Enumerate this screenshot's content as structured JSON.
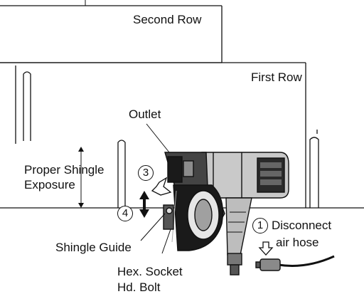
{
  "labels": {
    "second_row": "Second Row",
    "first_row": "First Row",
    "outlet": "Outlet",
    "exposure_line1": "Proper Shingle",
    "exposure_line2": "Exposure",
    "shingle_guide": "Shingle Guide",
    "bolt_line1": "Hex. Socket",
    "bolt_line2": "Hd. Bolt",
    "disconnect_line1": "Disconnect",
    "disconnect_line2": "air hose"
  },
  "steps": {
    "step1": "1",
    "step3": "3",
    "step4": "4"
  },
  "colors": {
    "line": "#111111",
    "tool_dark": "#1a1a1a",
    "tool_mid": "#555555",
    "tool_light": "#b5b5b5"
  }
}
